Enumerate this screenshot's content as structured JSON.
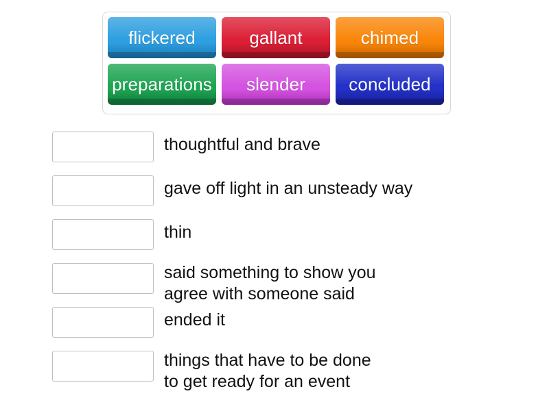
{
  "word_bank": {
    "name": "word-bank",
    "tiles": [
      {
        "label": "flickered",
        "color": "#2e9fe0",
        "color_dark": "#1a78b4"
      },
      {
        "label": "gallant",
        "color": "#db1f35",
        "color_dark": "#a81226"
      },
      {
        "label": "chimed",
        "color": "#f9860a",
        "color_dark": "#c66400"
      },
      {
        "label": "preparations",
        "color": "#1ea553",
        "color_dark": "#127a3b"
      },
      {
        "label": "slender",
        "color": "#d453e0",
        "color_dark": "#ac2fb8"
      },
      {
        "label": "concluded",
        "color": "#2331c8",
        "color_dark": "#161f96"
      }
    ]
  },
  "answers": [
    {
      "drop_label": "",
      "definition": "thoughtful and brave"
    },
    {
      "drop_label": "",
      "definition": "gave off light in an unsteady way"
    },
    {
      "drop_label": "",
      "definition": "thin"
    },
    {
      "drop_label": "",
      "definition": "said something to show you\nagree with someone said"
    },
    {
      "drop_label": "",
      "definition": "ended it"
    },
    {
      "drop_label": "",
      "definition": "things that have to be done\nto get ready for an event"
    }
  ],
  "colors": {
    "page_background": "#ffffff",
    "bank_border": "#d8d8d8",
    "drop_border": "#bfbfbf",
    "text": "#111111",
    "tile_text": "#ffffff"
  }
}
